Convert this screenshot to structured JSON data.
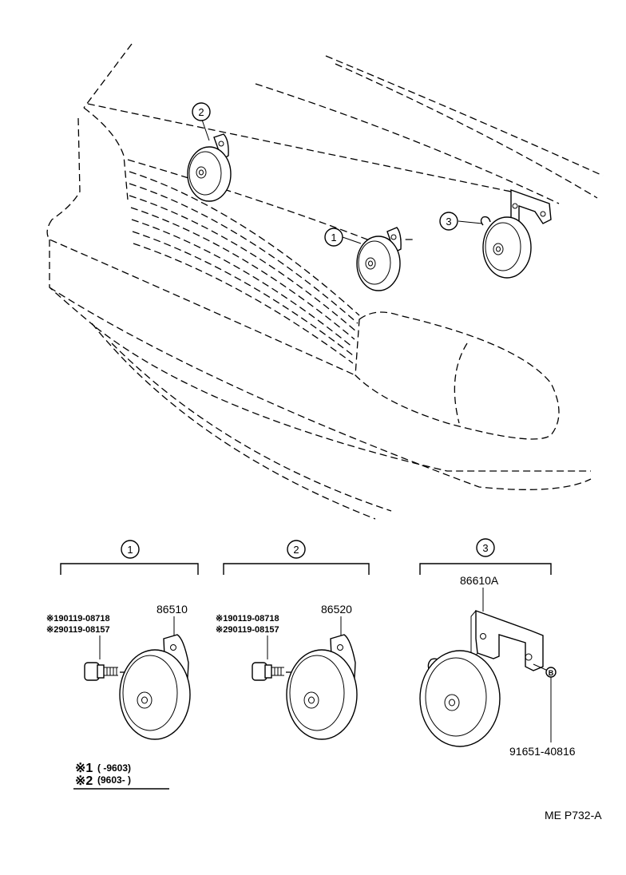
{
  "callouts": {
    "horn_low": "1",
    "horn_high": "2",
    "horn_bracket": "3",
    "bolt_marker": "B"
  },
  "groups": [
    {
      "number": "1",
      "part_number": "86510",
      "bolt_note_1": "※190119-08718",
      "bolt_note_2": "※290119-08157"
    },
    {
      "number": "2",
      "part_number": "86520",
      "bolt_note_1": "※190119-08718",
      "bolt_note_2": "※290119-08157"
    },
    {
      "number": "3",
      "part_number": "86610A",
      "bolt_part_number": "91651-40816"
    }
  ],
  "legend": {
    "line_1_mark": "※1",
    "line_1_range": "(       -9603)",
    "line_2_mark": "※2",
    "line_2_range": "(9603-        )"
  },
  "footer": {
    "code": "ME  P732-A"
  }
}
